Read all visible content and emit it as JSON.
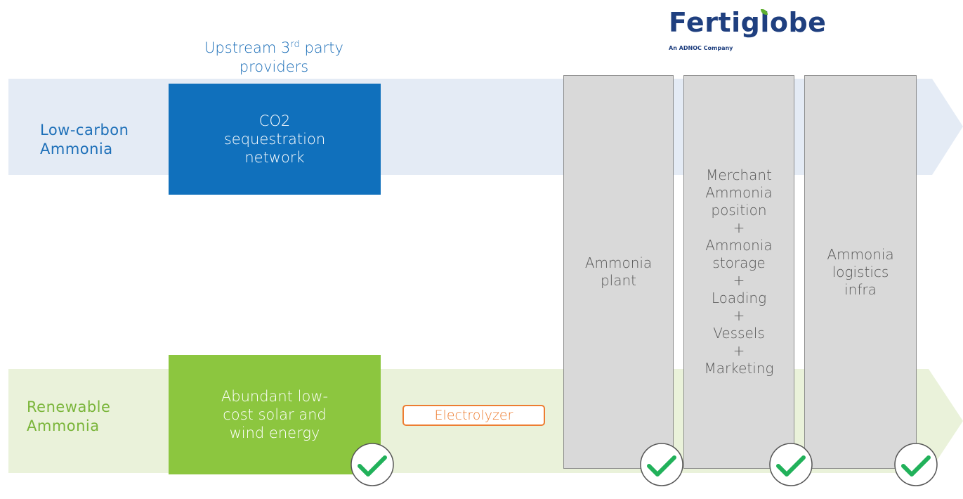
{
  "logo": {
    "wordmark": "Fertiglobe",
    "tagline": "An ADNOC Company"
  },
  "colors": {
    "low_carbon_band": "#e4ebf5",
    "renewable_band": "#eaf2da",
    "co2_box": "#1070bc",
    "energy_box": "#8cc63f",
    "low_carbon_text": "#1d6fb8",
    "renewable_text": "#7ab53a",
    "electrolyzer": "#ed7d31",
    "column": "#d9d9d9",
    "check": "#21b15a"
  },
  "upstream_heading": {
    "prefix": "Upstream 3",
    "superscript": "rd",
    "suffix": " party",
    "line2": "providers"
  },
  "rows": {
    "low_carbon": {
      "label_line1": "Low-carbon",
      "label_line2": "Ammonia"
    },
    "renewable": {
      "label_line1": "Renewable",
      "label_line2": "Ammonia"
    }
  },
  "boxes": {
    "co2": {
      "line1": "CO2",
      "line2": "sequestration",
      "line3": "network"
    },
    "energy": {
      "line1": "Abundant low-",
      "line2": "cost solar and",
      "line3": "wind energy"
    },
    "electrolyzer": "Electrolyzer"
  },
  "columns": {
    "plant": "Ammonia\nplant",
    "merchant": "Merchant\nAmmonia\nposition\n+\nAmmonia\nstorage\n+\nLoading\n+\nVessels\n+\nMarketing",
    "logistics": "Ammonia\nlogistics\ninfra"
  }
}
